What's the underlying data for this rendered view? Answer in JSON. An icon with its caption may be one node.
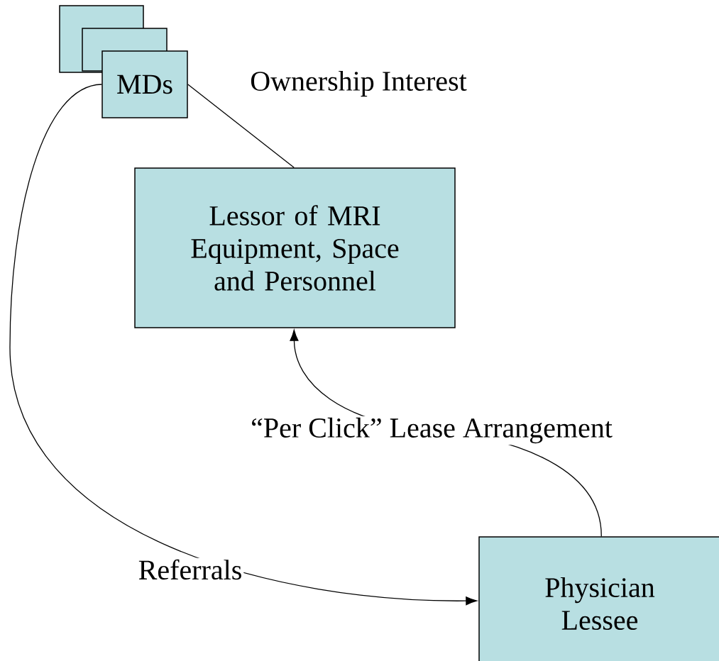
{
  "diagram": {
    "nodes": [
      {
        "text": [],
        "shape": "box"
      },
      {
        "text": [],
        "shape": "box"
      },
      {
        "text": [
          "MDs"
        ]
      },
      {
        "text": [
          "Lessor of MRI Equipment, Space and Personnel"
        ]
      },
      {
        "text": [
          "Physician Lessee"
        ]
      }
    ],
    "edges": [
      {
        "from": 2,
        "to": 3,
        "arrow": "none",
        "label": "Ownership Interest"
      },
      {
        "from": 4,
        "to": 3,
        "arrow": "to",
        "label": "“Per Click” Lease Arrangement"
      },
      {
        "from": 2,
        "to": 4,
        "arrow": "to",
        "label": "Referrals"
      }
    ]
  }
}
